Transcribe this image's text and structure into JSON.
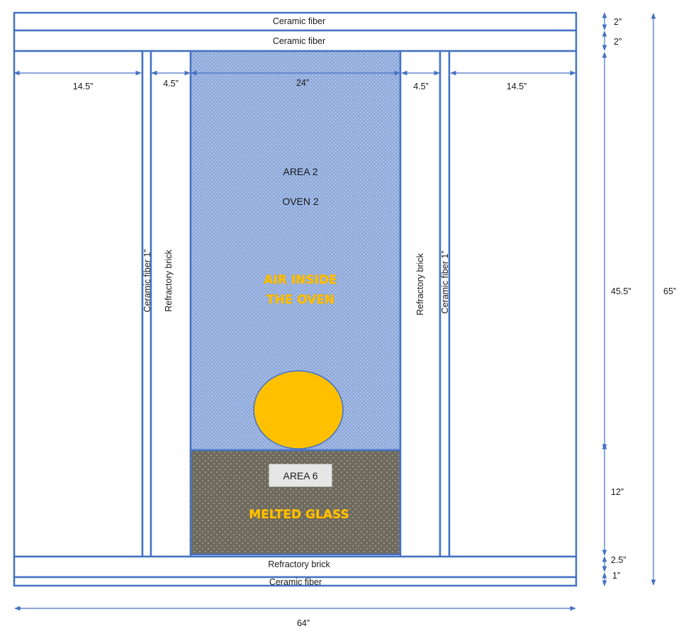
{
  "layers": {
    "ceramic_fiber_top_outer": "Ceramic fiber",
    "ceramic_fiber_top_inner": "Ceramic fiber",
    "ceramic_fiber_left": "Ceramic fiber 1”",
    "refractory_brick_left": "Refractory brick",
    "refractory_brick_right": "Refractory brick",
    "ceramic_fiber_right": "Ceramic fiber 1”",
    "refractory_brick_bottom": "Refractory brick",
    "ceramic_fiber_bottom": "Ceramic fiber"
  },
  "oven": {
    "area_label": "AREA 2",
    "oven_label": "OVEN 2",
    "air_line1": "AIR INSIDE",
    "air_line2": "THE OVEN",
    "air_color": "#8faadc",
    "ball_color": "#ffc000"
  },
  "glass": {
    "area_label": "AREA 6",
    "melted_label": "MELTED GLASS",
    "glass_color": "#6e6a5e"
  },
  "dimensions": {
    "left_outer": "14.5”",
    "left_brick": "4.5”",
    "oven_width": "24”",
    "right_brick": "4.5”",
    "right_outer": "14.5”",
    "top_outer": "2”",
    "top_inner": "2”",
    "oven_height": "45.5”",
    "glass_height": "12”",
    "bottom_brick": "2.5”",
    "bottom_fiber": "1”",
    "total_height": "65”",
    "total_width": "64”"
  },
  "colors": {
    "outline": "#4472c4",
    "accent_text": "#ffc000"
  }
}
